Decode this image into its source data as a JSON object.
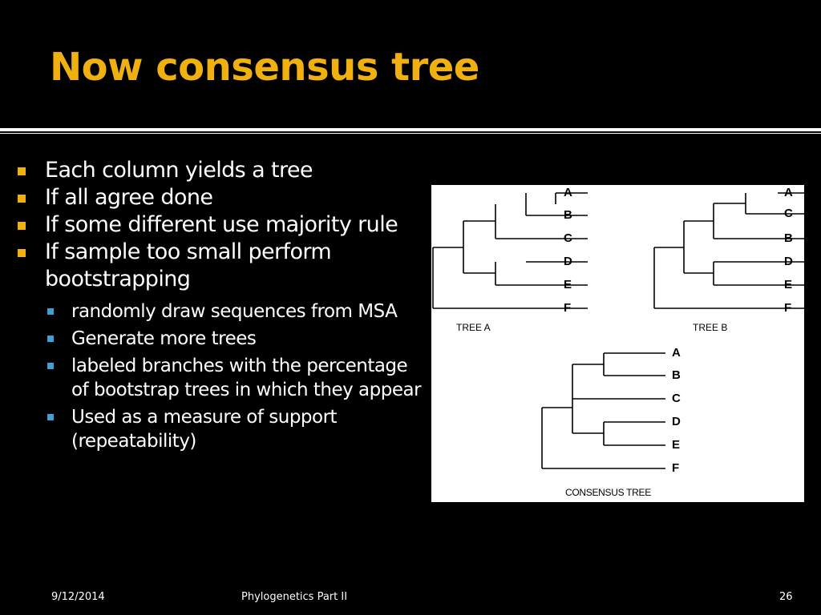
{
  "slide": {
    "title": "Now consensus tree",
    "bullets": [
      {
        "text": "Each column yields a tree",
        "level": 1
      },
      {
        "text": "If all agree done",
        "level": 1
      },
      {
        "text": "If some different use majority rule",
        "level": 1
      },
      {
        "text": "If sample too small perform bootstrapping",
        "level": 1
      },
      {
        "text": "randomly draw sequences from MSA",
        "level": 2
      },
      {
        "text": "Generate more trees",
        "level": 2
      },
      {
        "text": "labeled branches with the percentage of bootstrap trees in which they appear",
        "level": 2
      },
      {
        "text": "Used as a measure of support (repeatability)",
        "level": 2
      }
    ],
    "footer": {
      "date": "9/12/2014",
      "center": "Phylogenetics Part II",
      "page": "26"
    },
    "colors": {
      "background": "#000000",
      "title": "#f0b010",
      "bullet_l1": "#f0b010",
      "bullet_l2": "#3fa0d8",
      "text": "#ffffff"
    }
  },
  "figure": {
    "trees": [
      {
        "caption": "TREE A",
        "leaves": [
          "A",
          "B",
          "C",
          "D",
          "E",
          "F"
        ]
      },
      {
        "caption": "TREE B",
        "leaves": [
          "A",
          "C",
          "B",
          "D",
          "E",
          "F"
        ]
      },
      {
        "caption": "CONSENSUS TREE",
        "leaves": [
          "A",
          "B",
          "C",
          "D",
          "E",
          "F"
        ]
      }
    ]
  }
}
